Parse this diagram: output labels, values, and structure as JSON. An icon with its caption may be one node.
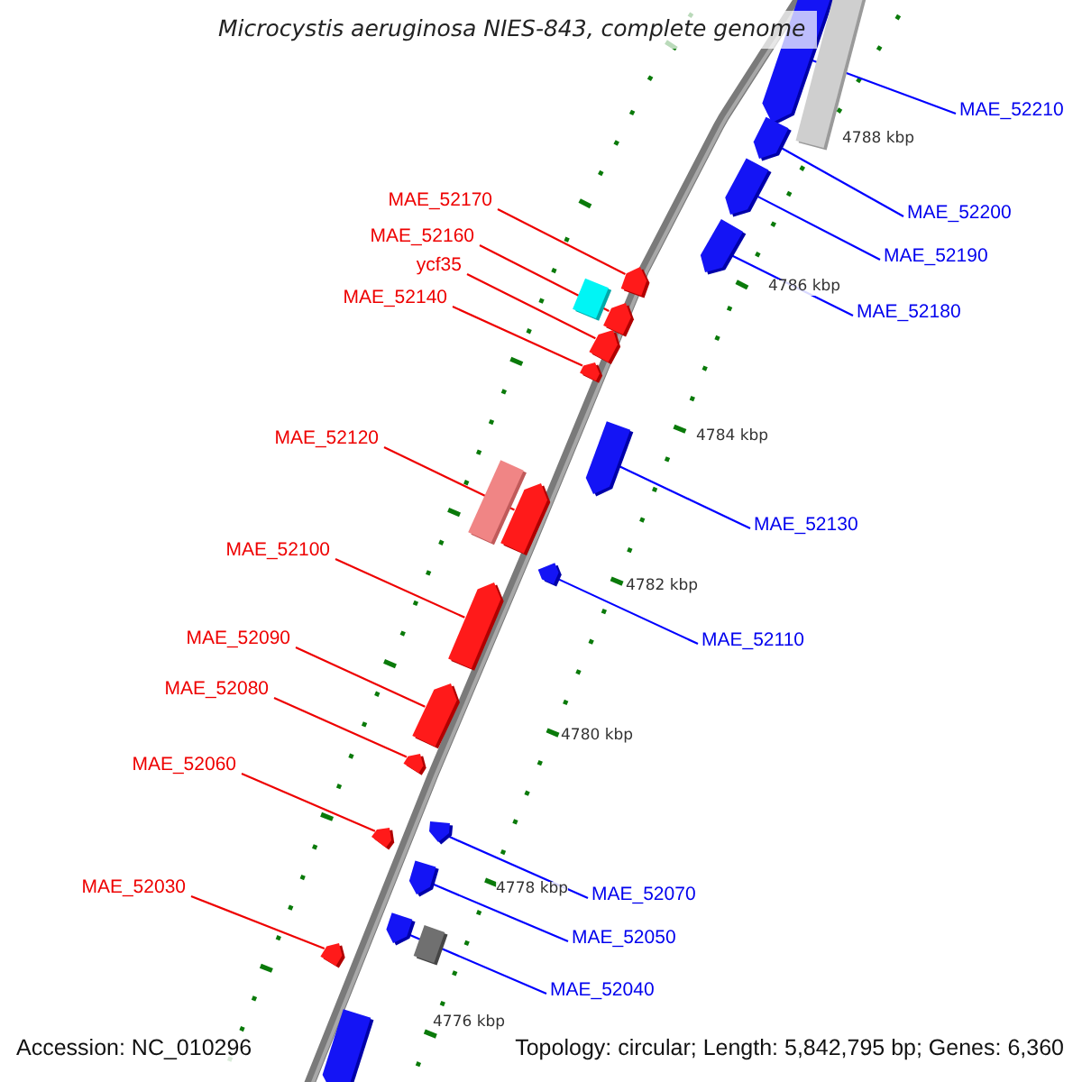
{
  "diagram": {
    "title": "Microcystis aeruginosa NIES-843, complete genome",
    "nodes": [
      {
        "text": [
          "MAE_52210"
        ]
      },
      {
        "text": [
          "MAE_52170"
        ]
      },
      {
        "text": [
          "MAE_52200"
        ]
      },
      {
        "text": [
          "MAE_52160"
        ]
      },
      {
        "text": [
          "MAE_52190"
        ]
      },
      {
        "text": [
          "ycf35"
        ]
      },
      {
        "text": [
          "MAE_52140"
        ]
      },
      {
        "text": [
          "MAE_52180"
        ]
      },
      {
        "text": [
          "MAE_52120"
        ]
      },
      {
        "text": [
          "MAE_52130"
        ]
      },
      {
        "text": [
          "MAE_52100"
        ]
      },
      {
        "text": [
          "MAE_52090"
        ]
      },
      {
        "text": [
          "MAE_52110"
        ]
      },
      {
        "text": [
          "MAE_52080"
        ]
      },
      {
        "text": [
          "MAE_52060"
        ]
      },
      {
        "text": [
          "MAE_52030"
        ]
      },
      {
        "text": [
          "MAE_52070"
        ]
      },
      {
        "text": [
          "MAE_52050"
        ]
      },
      {
        "text": [
          "MAE_52040"
        ]
      },
      {
        "text": [],
        "shape": "pentagon"
      },
      {
        "text": [],
        "shape": "box"
      },
      {
        "text": [],
        "shape": "pentagon"
      },
      {
        "text": [],
        "shape": "pentagon"
      },
      {
        "text": [],
        "shape": "pentagon"
      },
      {
        "text": [],
        "shape": "pentagon"
      },
      {
        "text": [],
        "shape": "box"
      },
      {
        "text": [],
        "shape": "pentagon"
      },
      {
        "text": [],
        "shape": "pentagon"
      },
      {
        "text": [],
        "shape": "pentagon"
      },
      {
        "text": [],
        "shape": "pentagon"
      },
      {
        "text": [],
        "shape": "box"
      },
      {
        "text": [],
        "shape": "pentagon"
      },
      {
        "text": [],
        "shape": "pentagon"
      },
      {
        "text": [],
        "shape": "pentagon"
      },
      {
        "text": [],
        "shape": "pentagon"
      },
      {
        "text": [],
        "shape": "pentagon"
      },
      {
        "text": [],
        "shape": "pentagon"
      },
      {
        "text": [],
        "shape": "pentagon"
      },
      {
        "text": [],
        "shape": "pentagon"
      },
      {
        "text": [],
        "shape": "pentagon"
      },
      {
        "text": [],
        "shape": "box"
      },
      {
        "text": [],
        "shape": "pentagon"
      },
      {
        "text": [],
        "shape": "pentagon"
      }
    ],
    "edges": [
      {
        "from": 0,
        "to": 19,
        "arrow": "none",
        "color": "#0000ff"
      },
      {
        "from": 1,
        "to": 24,
        "arrow": "none"
      },
      {
        "from": 2,
        "to": 21,
        "arrow": "none",
        "color": "#0000ff"
      },
      {
        "from": 3,
        "to": 26,
        "arrow": "none"
      },
      {
        "from": 4,
        "to": 22,
        "arrow": "none",
        "color": "#0000ff"
      },
      {
        "from": 5,
        "to": 27,
        "arrow": "none"
      },
      {
        "from": 6,
        "to": 28,
        "arrow": "none"
      },
      {
        "from": 7,
        "to": 23,
        "arrow": "none",
        "color": "#0000ff"
      },
      {
        "from": 8,
        "to": 31,
        "arrow": "none"
      },
      {
        "from": 9,
        "to": 29,
        "arrow": "none",
        "color": "#0000ff"
      },
      {
        "from": 10,
        "to": 33,
        "arrow": "none"
      },
      {
        "from": 11,
        "to": 34,
        "arrow": "none"
      },
      {
        "from": 12,
        "to": 32,
        "arrow": "none",
        "color": "#0000ff"
      },
      {
        "from": 13,
        "to": 35,
        "arrow": "none"
      },
      {
        "from": 14,
        "to": 37,
        "arrow": "none"
      },
      {
        "from": 15,
        "to": 41,
        "arrow": "none"
      },
      {
        "from": 16,
        "to": 36,
        "arrow": "none",
        "color": "#0000ff"
      },
      {
        "from": 17,
        "to": 38,
        "arrow": "none",
        "color": "#0000ff"
      },
      {
        "from": 18,
        "to": 39,
        "arrow": "none",
        "color": "#0000ff"
      }
    ],
    "labels": [
      "4788 kbp",
      "4786 kbp",
      "4784 kbp",
      "4782 kbp",
      "4780 kbp",
      "4778 kbp",
      "4776 kbp",
      "Accession: NC_010296",
      "Topology: circular; Length: 5,842,795 bp; Genes: 6,360"
    ]
  }
}
